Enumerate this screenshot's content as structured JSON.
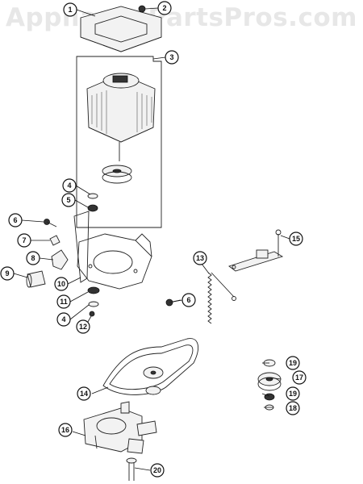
{
  "watermark": "AppliancePartsPros.com",
  "callouts": [
    {
      "id": "c1",
      "label": "1"
    },
    {
      "id": "c2",
      "label": "2"
    },
    {
      "id": "c3",
      "label": "3"
    },
    {
      "id": "c4a",
      "label": "4"
    },
    {
      "id": "c5",
      "label": "5"
    },
    {
      "id": "c6a",
      "label": "6"
    },
    {
      "id": "c7",
      "label": "7"
    },
    {
      "id": "c8",
      "label": "8"
    },
    {
      "id": "c9",
      "label": "9"
    },
    {
      "id": "c10",
      "label": "10"
    },
    {
      "id": "c11",
      "label": "11"
    },
    {
      "id": "c4b",
      "label": "4"
    },
    {
      "id": "c12",
      "label": "12"
    },
    {
      "id": "c6b",
      "label": "6"
    },
    {
      "id": "c13",
      "label": "13"
    },
    {
      "id": "c15",
      "label": "15"
    },
    {
      "id": "c14",
      "label": "14"
    },
    {
      "id": "c19a",
      "label": "19"
    },
    {
      "id": "c17",
      "label": "17"
    },
    {
      "id": "c19b",
      "label": "19"
    },
    {
      "id": "c18",
      "label": "18"
    },
    {
      "id": "c16",
      "label": "16"
    },
    {
      "id": "c20",
      "label": "20"
    }
  ]
}
